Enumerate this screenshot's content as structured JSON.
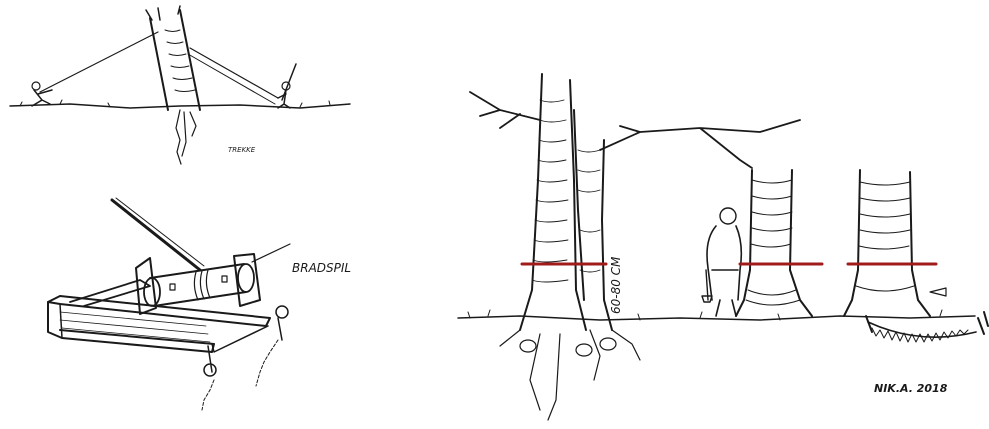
{
  "labels": {
    "pulling_small": "TREKKE",
    "windlass": "BRADSPIL",
    "height": "60-80 CM",
    "signature": "NIK.A. 2018"
  },
  "colors": {
    "ink": "#1a1a1a",
    "cut_line": "#a01c1c",
    "paper": "#ffffff"
  }
}
